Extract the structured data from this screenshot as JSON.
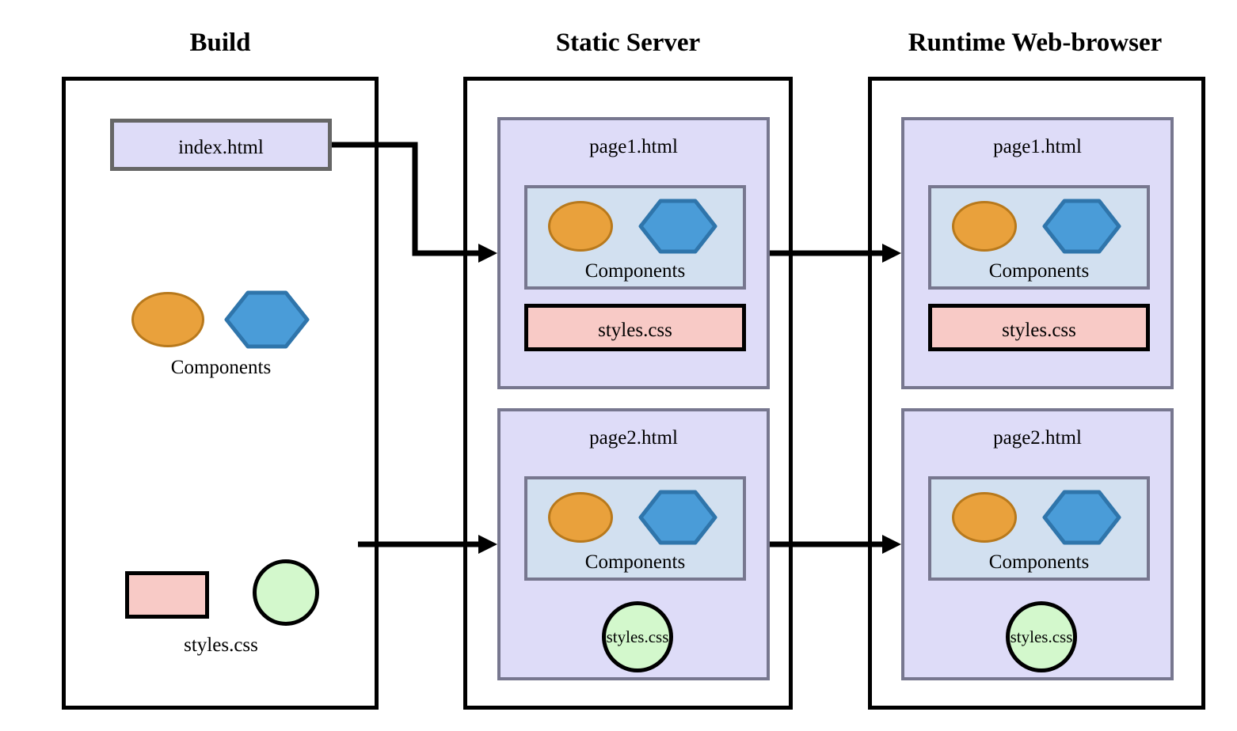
{
  "diagram": {
    "title_build": "Build",
    "title_static_server": "Static Server",
    "title_runtime": "Runtime Web-browser",
    "colors": {
      "page_panel_fill": "#dedcf8",
      "page_panel_border": "#77778f",
      "components_fill": "#d2e0f0",
      "components_border": "#77778f",
      "ellipse_fill": "#e9a13c",
      "ellipse_border": "#b8791c",
      "hexagon_fill": "#4a9cd8",
      "hexagon_border": "#2f75ab",
      "css_rect_fill": "#f8cac6",
      "css_circle_fill": "#d3f8cc",
      "stage_border": "#000000",
      "connector": "#000000"
    }
  },
  "build": {
    "title": "Build",
    "index_html_label": "index.html",
    "components_label": "Components",
    "styles_label": "styles.css"
  },
  "static_server": {
    "title": "Static Server",
    "pages": [
      {
        "label": "page1.html",
        "components_label": "Components",
        "styles_label": "styles.css",
        "styles_shape": "rectangle"
      },
      {
        "label": "page2.html",
        "components_label": "Components",
        "styles_label": "styles.css",
        "styles_shape": "circle"
      }
    ]
  },
  "runtime": {
    "title": "Runtime Web-browser",
    "pages": [
      {
        "label": "page1.html",
        "components_label": "Components",
        "styles_label": "styles.css",
        "styles_shape": "rectangle"
      },
      {
        "label": "page2.html",
        "components_label": "Components",
        "styles_label": "styles.css",
        "styles_shape": "circle"
      }
    ]
  }
}
